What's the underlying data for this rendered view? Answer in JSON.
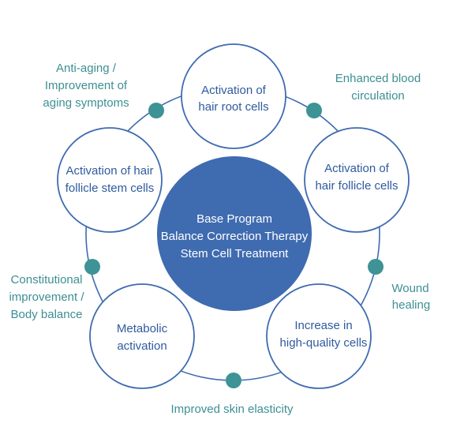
{
  "colors": {
    "ring": "#3f6bb0",
    "node_fill": "#ffffff",
    "node_stroke": "#3f6bb0",
    "node_text": "#2f5a9e",
    "center_fill": "#3f6bb0",
    "center_text": "#ffffff",
    "dot": "#3d9396",
    "benefit_text": "#3d8f93"
  },
  "center": {
    "line1": "Base Program",
    "line2": "Balance Correction Therapy",
    "line3": "Stem Cell Treatment"
  },
  "nodes": [
    {
      "line1": "Activation of",
      "line2": "hair root cells"
    },
    {
      "line1": "Activation of",
      "line2": "hair follicle cells"
    },
    {
      "line1": "Increase in",
      "line2": "high-quality cells"
    },
    {
      "line1": "Metabolic",
      "line2": "activation"
    },
    {
      "line1": "Activation of hair",
      "line2": "follicle stem cells"
    }
  ],
  "benefits": [
    {
      "lines": [
        "Enhanced blood",
        "circulation"
      ]
    },
    {
      "lines": [
        "Wound",
        "healing"
      ]
    },
    {
      "lines": [
        "Improved skin elasticity"
      ]
    },
    {
      "lines": [
        "Constitutional",
        "improvement /",
        "Body balance"
      ]
    },
    {
      "lines": [
        "Anti-aging /",
        "Improvement of",
        "aging symptoms"
      ]
    }
  ]
}
